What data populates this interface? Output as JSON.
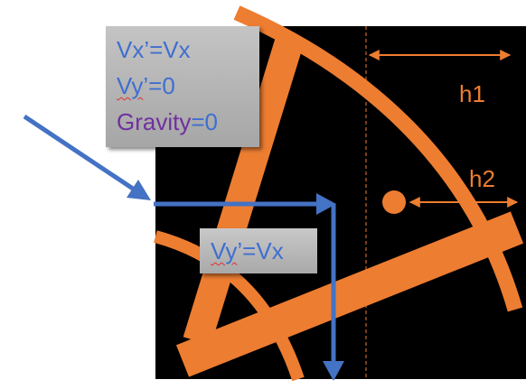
{
  "callout_top": {
    "line1": "Vx’=Vx",
    "line2_prefix": "Vy",
    "line2_rest": "’=0",
    "line3_label": "Gravity",
    "line3_value": "=0"
  },
  "callout_bottom": {
    "prefix": "Vy",
    "rest": "’=Vx"
  },
  "labels": {
    "h1": "h1",
    "h2": "h2"
  },
  "colors": {
    "background": "#000000",
    "bars": "#ed7d31",
    "arrows": "#4472c4",
    "text": "#4472c4",
    "gravity_text": "#7030a0"
  }
}
